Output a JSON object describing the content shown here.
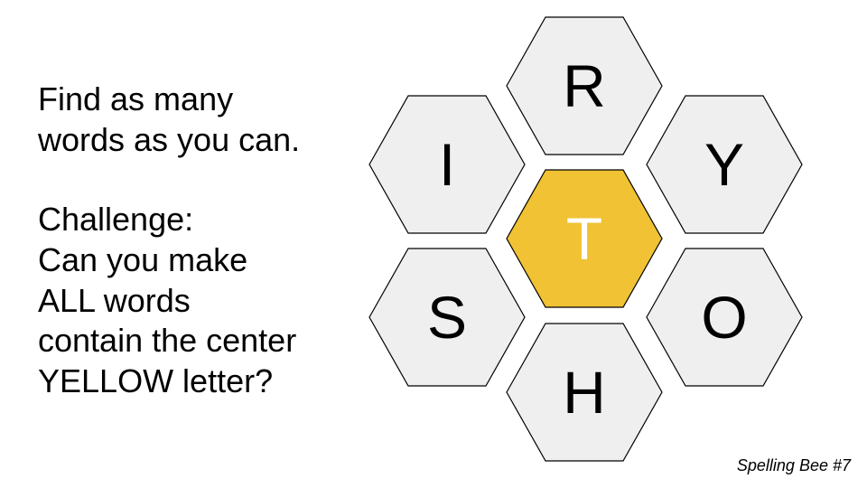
{
  "instructions": {
    "paragraph1": [
      "Find as many",
      "words as you can."
    ],
    "paragraph2": [
      "Challenge:",
      "Can you make",
      "ALL words",
      "contain the center",
      "YELLOW letter?"
    ]
  },
  "puzzle": {
    "center_letter": "T",
    "outer_letters": {
      "top": "R",
      "upper_left": "I",
      "upper_right": "Y",
      "lower_left": "S",
      "lower_right": "O",
      "bottom": "H"
    },
    "colors": {
      "center_fill": "#F0C234",
      "center_text": "#FFFFFF",
      "outer_fill": "#EFEFEF",
      "stroke": "#000000",
      "outer_text": "#000000"
    }
  },
  "footer": {
    "label": "Spelling Bee #7"
  }
}
